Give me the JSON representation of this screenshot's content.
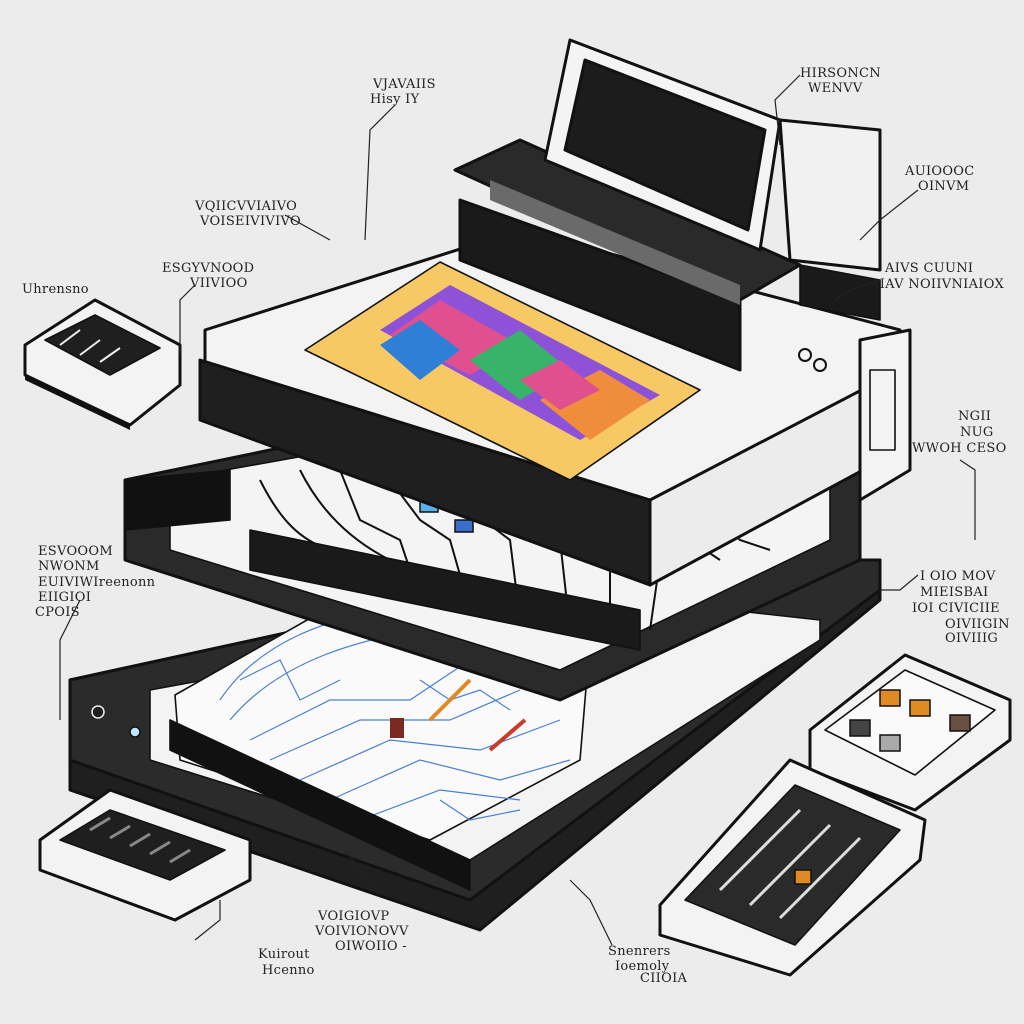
{
  "colors": {
    "background": "#ececec",
    "ink": "#111111",
    "body_dark": "#1f1f1f",
    "body_light": "#f2f2f2",
    "print_yellow": "#f7c964",
    "print_purple": "#8e52d8",
    "print_pink": "#e0508f",
    "print_blue": "#2f7fd6",
    "print_green": "#38b36a",
    "print_orange": "#f08d3c",
    "blueprint_line": "#4a7fd0",
    "accent_red": "#c83a2a",
    "accent_orange": "#e08a24"
  },
  "callouts": [
    {
      "id": "top-left-upper",
      "lines": [
        "VJAVAIIS",
        "Hisy IY"
      ]
    },
    {
      "id": "top-right-upper",
      "lines": [
        "HIRSONCN",
        "WENVV"
      ]
    },
    {
      "id": "right-upper",
      "lines": [
        "AUIOOOC",
        "OINVM"
      ]
    },
    {
      "id": "left-upper",
      "lines": [
        "VQIICVVIAIVO",
        "VOISEIVIVIVO"
      ]
    },
    {
      "id": "left-module",
      "lines": [
        "ESGYVNOOD",
        "VIIVIOO"
      ]
    },
    {
      "id": "far-left",
      "lines": [
        "Uhrensno"
      ]
    },
    {
      "id": "right-mid",
      "lines": [
        "AIVS CUUNI",
        "AIAV NOIIVNIAIOX"
      ]
    },
    {
      "id": "right-middle",
      "lines": [
        "NGII",
        "NUG",
        "WWOH CESO"
      ]
    },
    {
      "id": "left-lower",
      "lines": [
        "ESVOOOM",
        "NWONM",
        "EUIVIWIreenonn",
        "EIIGIOI",
        "CPOIS"
      ]
    },
    {
      "id": "right-lower",
      "lines": [
        "I OIO MOV",
        "MIEISBAI",
        "IOI CIVICIIE",
        "OIVIIGIN",
        "OIVIIIG"
      ]
    },
    {
      "id": "bottom-center",
      "lines": [
        "VOIGIOVP",
        "VOIVIONOVV",
        "OIWOIIO -"
      ]
    },
    {
      "id": "bottom-left",
      "lines": [
        "Kuirout",
        "Hcenno"
      ]
    },
    {
      "id": "bottom-right",
      "lines": [
        "Snenrers",
        "Ioemoly",
        "CIIOIA"
      ]
    }
  ]
}
